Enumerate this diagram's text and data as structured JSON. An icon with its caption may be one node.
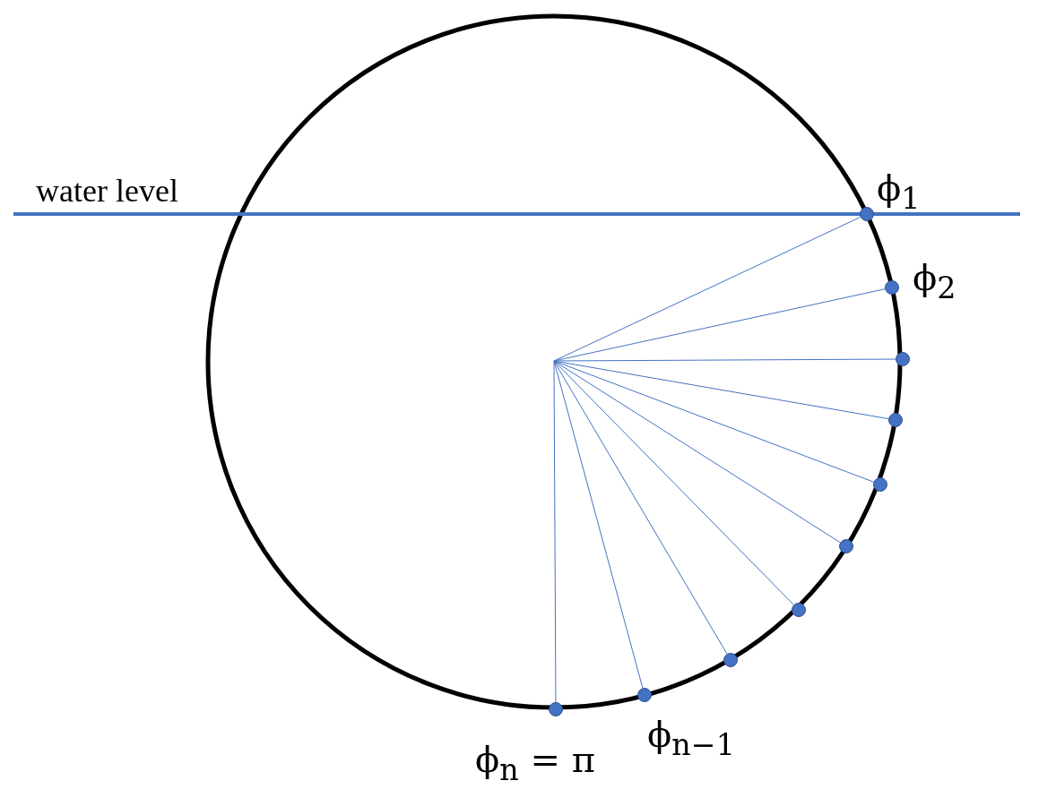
{
  "diagram": {
    "nodes": [
      {
        "text": [],
        "shape": "circle",
        "beside": [
          "ϕ$_{1}$"
        ]
      },
      {
        "text": [],
        "shape": "circle",
        "beside": [
          "ϕ$_{2}$"
        ]
      },
      {
        "text": [],
        "shape": "circle"
      },
      {
        "text": [],
        "shape": "circle"
      },
      {
        "text": [],
        "shape": "circle"
      },
      {
        "text": [],
        "shape": "circle"
      },
      {
        "text": [],
        "shape": "circle"
      },
      {
        "text": [],
        "shape": "circle"
      },
      {
        "text": [],
        "shape": "circle",
        "beside": [
          "ϕ$_{n−1}$"
        ]
      },
      {
        "text": [],
        "shape": "circle",
        "beside": [
          "ϕ$_{n}$ = π"
        ]
      }
    ],
    "edges": [
      {
        "from": null,
        "to": 0,
        "arrow": "none"
      },
      {
        "from": null,
        "to": 1,
        "arrow": "none"
      },
      {
        "from": null,
        "to": 2,
        "arrow": "none"
      },
      {
        "from": null,
        "to": 3,
        "arrow": "none"
      },
      {
        "from": null,
        "to": 4,
        "arrow": "none"
      },
      {
        "from": null,
        "to": 5,
        "arrow": "none"
      },
      {
        "from": null,
        "to": 6,
        "arrow": "none"
      },
      {
        "from": null,
        "to": 7,
        "arrow": "none"
      },
      {
        "from": null,
        "to": 8,
        "arrow": "none"
      },
      {
        "from": null,
        "to": 9,
        "arrow": "none"
      }
    ],
    "labels": [
      "water level"
    ]
  }
}
